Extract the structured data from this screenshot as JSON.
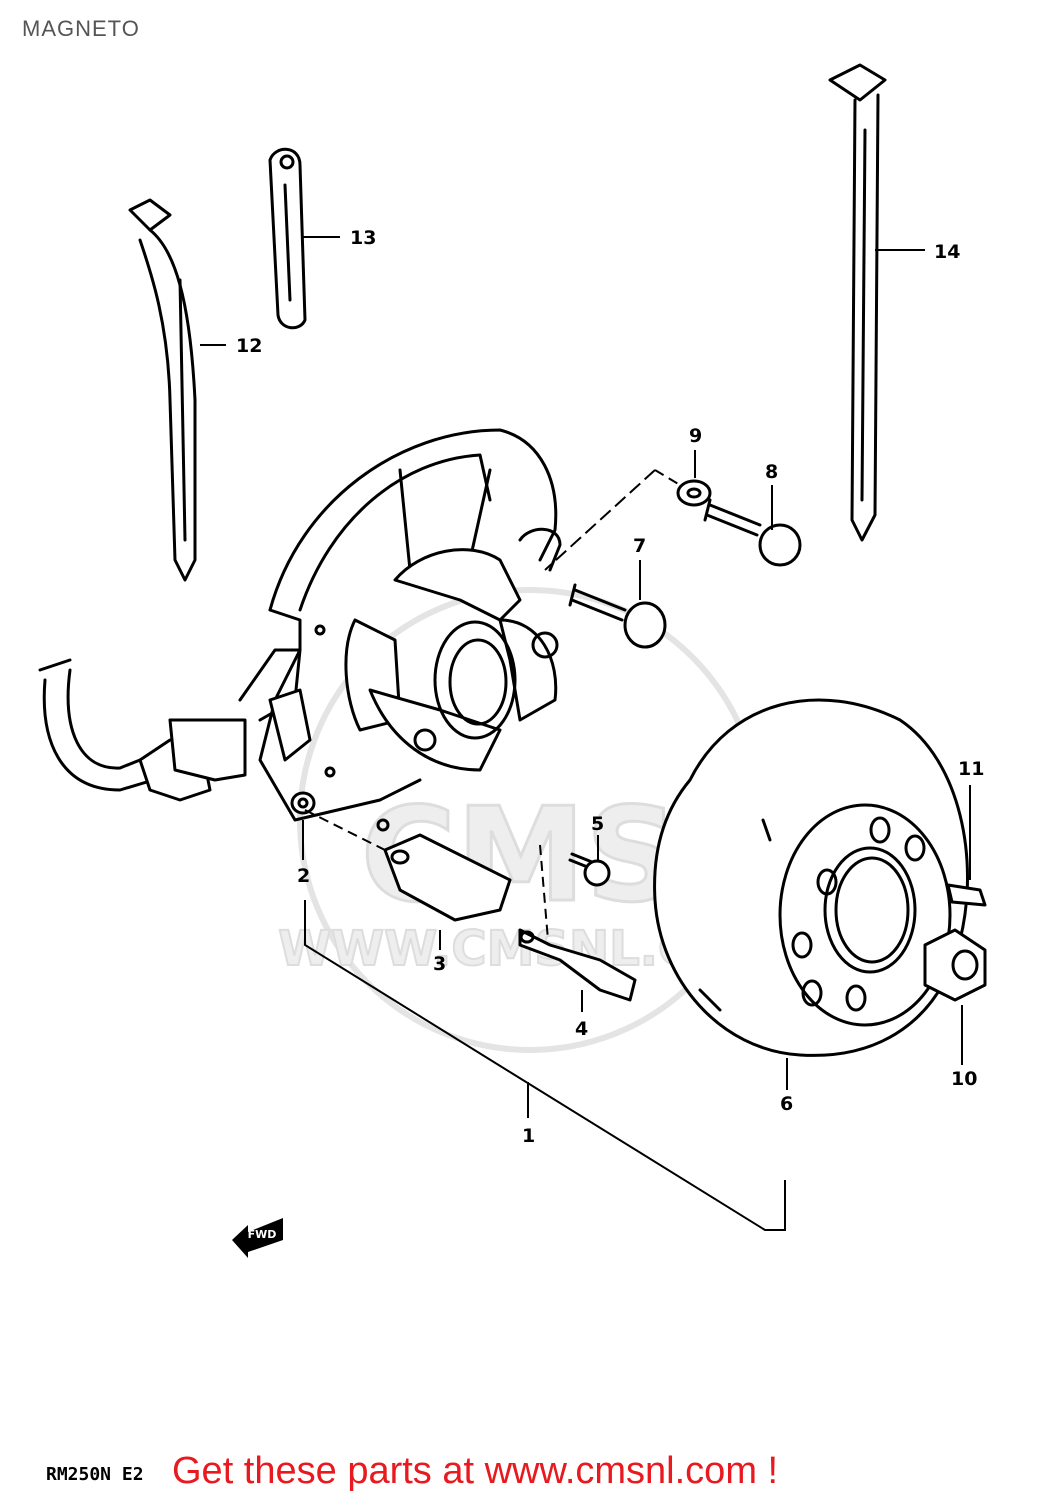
{
  "page": {
    "title": "MAGNETO",
    "model_code": "RM250N E2",
    "promo_text": "Get these parts at www.cmsnl.com !"
  },
  "watermark": {
    "brand": "CMS",
    "url": "WWW.CMSNL.COM"
  },
  "arrow_label": "FWD",
  "callouts": [
    "1",
    "2",
    "3",
    "4",
    "5",
    "6",
    "7",
    "8",
    "9",
    "10",
    "11",
    "12",
    "13",
    "14"
  ],
  "colors": {
    "ink": "#000000",
    "promo": "#e8191f",
    "watermark": "#e6e6e6",
    "title": "#555555"
  }
}
